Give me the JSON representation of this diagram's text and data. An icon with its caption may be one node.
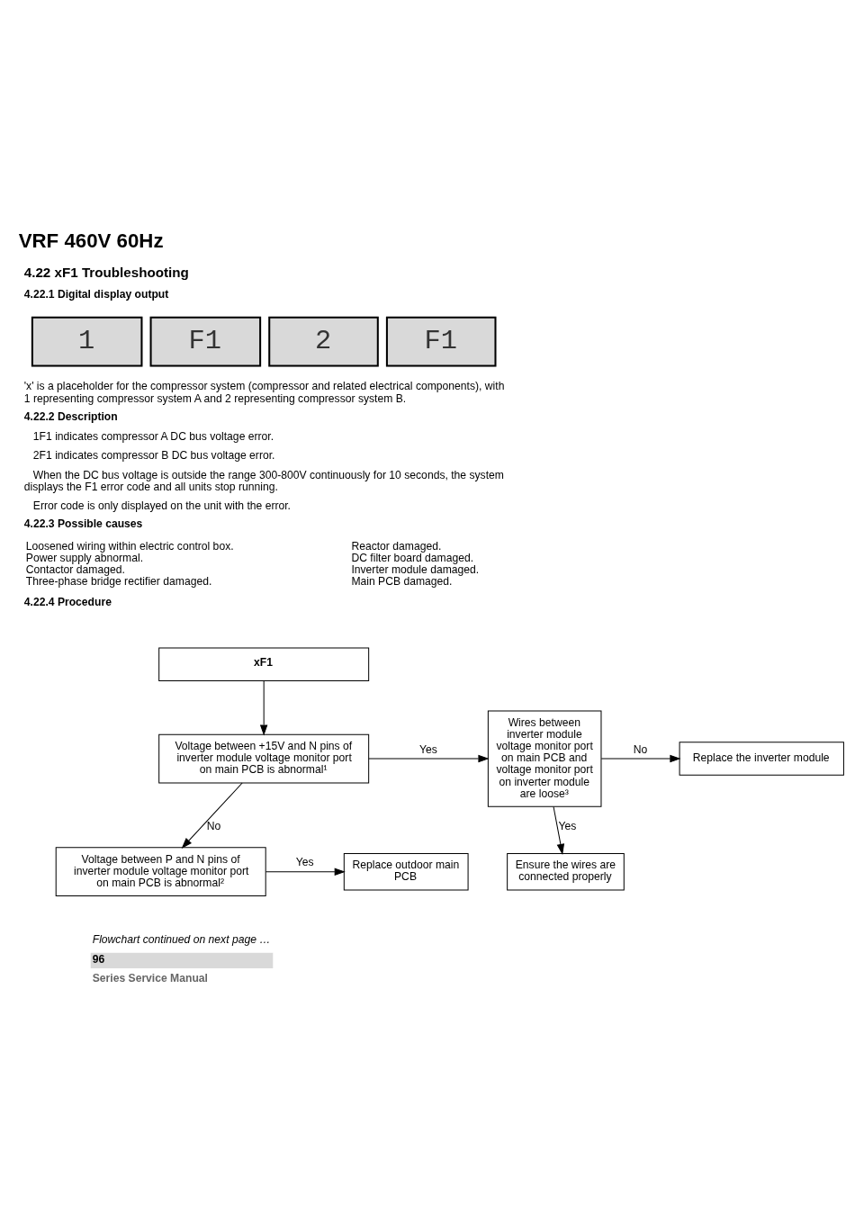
{
  "diagram": {
    "title": "VRF 460V 60Hz",
    "nodes": [
      {
        "text": [
          "xF1"
        ]
      },
      {
        "text": [
          "Voltage between +15V and N pins of inverter module voltage monitor port on main PCB is abnormal¹"
        ]
      },
      {
        "text": [
          "Wires between inverter module voltage monitor port on main PCB and voltage monitor port on inverter module are loose³"
        ]
      },
      {
        "text": [
          "Replace the inverter module"
        ]
      },
      {
        "text": [
          "Ensure the wires are connected properly"
        ]
      },
      {
        "text": [
          "Voltage between P and N pins of inverter module voltage monitor port on main PCB is abnormal²"
        ]
      },
      {
        "text": [
          "Replace outdoor main PCB"
        ]
      }
    ],
    "edges": [
      {
        "from": 0,
        "to": 1,
        "arrow": "to"
      },
      {
        "from": 1,
        "to": 2,
        "arrow": "to",
        "label": "Yes"
      },
      {
        "from": 2,
        "to": 3,
        "arrow": "to",
        "label": "No"
      },
      {
        "from": 2,
        "to": 4,
        "arrow": "to",
        "label": "Yes"
      },
      {
        "from": 1,
        "to": 5,
        "arrow": "to",
        "label": "No"
      },
      {
        "from": 5,
        "to": 6,
        "arrow": "to",
        "label": "Yes"
      }
    ],
    "labels": [
      "4.22 xF1 Troubleshooting",
      "4.22.1 Digital display output",
      "1",
      "F1",
      "2",
      "F1",
      "'x' is a placeholder for the compressor system (compressor and related electrical components), with 1 representing compressor system A and 2 representing compressor system B.",
      "4.22.2 Description",
      "1F1 indicates compressor A DC bus voltage error.",
      "2F1 indicates compressor B DC bus voltage error.",
      "When the DC bus voltage is outside the range 300-800V continuously for 10 seconds, the system displays the F1 error code and all units stop running.",
      "Error code is only displayed on the unit with the error.",
      "4.22.3 Possible causes",
      "Loosened wiring within electric control box.",
      "Power supply abnormal.",
      "Contactor damaged.",
      "Three-phase bridge rectifier damaged.",
      "Reactor damaged.",
      "DC filter board damaged.",
      "Inverter module damaged.",
      "Main PCB damaged.",
      "4.22.4 Procedure",
      "Flowchart continued on next page …",
      "96",
      "Series Service Manual"
    ]
  }
}
